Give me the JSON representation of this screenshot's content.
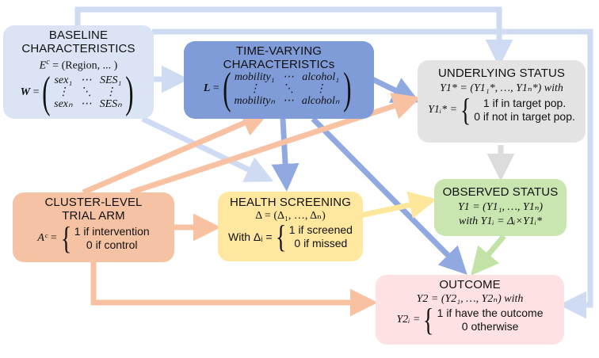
{
  "colors": {
    "baseline_fill": "#dbe4f5",
    "timevarying_fill": "#7f9cd8",
    "underlying_fill": "#e3e3e3",
    "cluster_fill": "#f5c3a4",
    "screening_fill": "#ffe7a0",
    "observed_fill": "#c9e5b0",
    "outcome_fill": "#fde1e3",
    "arrow_lightblue": "#cfdbf2",
    "arrow_blue": "#90a9e0",
    "arrow_orange": "#f7c1a2",
    "arrow_yellow": "#fde79b",
    "arrow_green": "#c3e3a6",
    "arrow_grey": "#dcdcdc"
  },
  "baseline": {
    "title_line1": "BASELINE",
    "title_line2": "CHARACTERISTICS",
    "ec_expr": "E",
    "ec_sup": "c",
    "ec_rest": " = (Region, ... )",
    "w_symbol": "W",
    "matrix": [
      "sex₁",
      "⋯",
      "SES₁",
      "⋮",
      "⋱",
      "⋮",
      "sexₙ",
      "⋯",
      "SESₙ"
    ]
  },
  "timevarying": {
    "title_line1": "TIME-VARYING",
    "title_line2": "CHARACTERISTICs",
    "l_symbol": "L",
    "matrix": [
      "mobility₁",
      "⋯",
      "alcohol₁",
      "⋮",
      "⋱",
      "⋮",
      "mobilityₙ",
      "⋯",
      "alcoholₙ"
    ]
  },
  "underlying": {
    "title": "UNDERLYING STATUS",
    "y1star_def": "Y1* = (Y1₁*, …, Y1ₙ*) with",
    "y1i_lhs": "Y1ᵢ* =",
    "case1": "1 if in target pop.",
    "case2": "0 if not in target pop."
  },
  "cluster": {
    "title_line1": "CLUSTER-LEVEL",
    "title_line2": "TRIAL ARM",
    "ac_lhs": "Aᶜ =",
    "case1": "1 if intervention",
    "case2": "0 if control"
  },
  "screening": {
    "title": "HEALTH SCREENING",
    "delta_def": "Δ = (Δ₁, …, Δₙ)",
    "with_lhs": "With Δᵢ =",
    "case1": "1 if screened",
    "case2": "0 if missed"
  },
  "observed": {
    "title": "OBSERVED STATUS",
    "y1_def": "Y1 = (Y1₁, …, Y1ₙ)",
    "with_def": "with Y1ᵢ = Δᵢ×Y1ᵢ*"
  },
  "outcome": {
    "title": "OUTCOME",
    "y2_def": "Y2 = (Y2₁, …, Y2ₙ) with",
    "y2i_lhs": "Y2ᵢ =",
    "case1": "1 if have the outcome",
    "case2": "0 otherwise"
  }
}
